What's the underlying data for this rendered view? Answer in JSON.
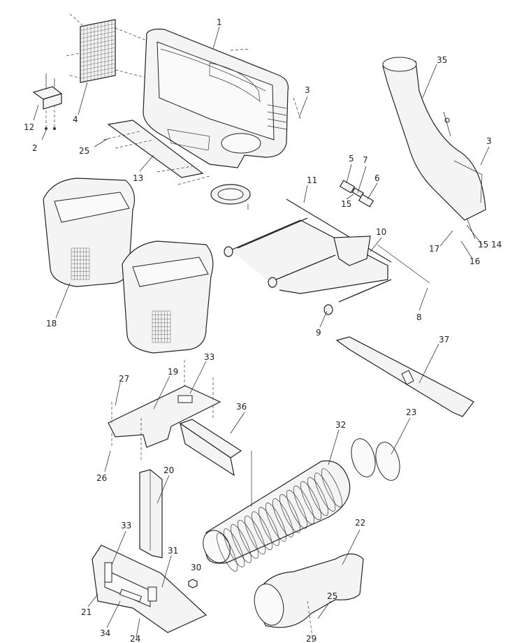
{
  "callouts": [
    "1",
    "2",
    "3",
    "4",
    "5",
    "7",
    "6",
    "8",
    "9",
    "10",
    "11",
    "12",
    "13",
    "14",
    "15",
    "16",
    "17",
    "18",
    "19",
    "20",
    "21",
    "22",
    "23",
    "24",
    "25",
    "26",
    "27",
    "29",
    "30",
    "31",
    "32",
    "33",
    "34",
    "35",
    "36",
    "37"
  ],
  "labels": {
    "l1": "1",
    "l2": "2",
    "l3a": "3",
    "l3b": "3",
    "l4": "4",
    "l5": "5",
    "l6": "6",
    "l7": "7",
    "l8": "8",
    "l9": "9",
    "l10": "10",
    "l11": "11",
    "l12": "12",
    "l13": "13",
    "l14": "14",
    "l15a": "15",
    "l15b": "15",
    "l16": "16",
    "l17": "17",
    "l18": "18",
    "l19": "19",
    "l20": "20",
    "l21": "21",
    "l22": "22",
    "l23": "23",
    "l24": "24",
    "l25a": "25",
    "l25b": "25",
    "l26": "26",
    "l27": "27",
    "l29": "29",
    "l30": "30",
    "l31": "31",
    "l32": "32",
    "l33a": "33",
    "l33b": "33",
    "l34": "34",
    "l35": "35",
    "l36": "36",
    "l37": "37"
  }
}
